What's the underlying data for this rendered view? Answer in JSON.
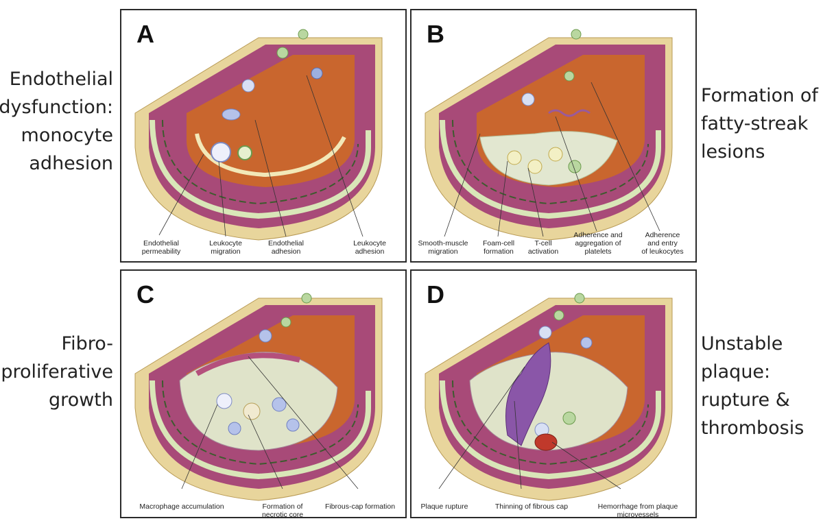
{
  "panels": [
    {
      "letter": "A",
      "side_label": [
        "Endothelial",
        "dysfunction:",
        "monocyte",
        "adhesion"
      ],
      "callouts": [
        [
          "Endothelial",
          "permeability"
        ],
        [
          "Leukocyte",
          "migration"
        ],
        [
          "Endothelial",
          "adhesion"
        ],
        [
          "Leukocyte",
          "adhesion"
        ]
      ]
    },
    {
      "letter": "B",
      "side_label": [
        "Formation of",
        "fatty-streak",
        "lesions"
      ],
      "callouts": [
        [
          "Smooth-muscle",
          "migration"
        ],
        [
          "Foam-cell",
          "formation"
        ],
        [
          "T-cell",
          "activation"
        ],
        [
          "Adherence and",
          "aggregation of",
          "platelets"
        ],
        [
          "Adherence",
          "and entry",
          "of leukocytes"
        ]
      ]
    },
    {
      "letter": "C",
      "side_label": [
        "Fibro-",
        "proliferative",
        "growth"
      ],
      "callouts": [
        [
          "Macrophage accumulation"
        ],
        [
          "Formation of",
          "necrotic core"
        ],
        [
          "Fibrous-cap formation"
        ]
      ]
    },
    {
      "letter": "D",
      "side_label": [
        "Unstable",
        "plaque:",
        "rupture &",
        "thrombosis"
      ],
      "callouts": [
        [
          "Plaque rupture"
        ],
        [
          "Thinning of fibrous cap"
        ],
        [
          "Hemorrhage from plaque",
          "microvessels"
        ]
      ]
    }
  ],
  "colors": {
    "adventitia": "#e8d59c",
    "media": "#a84a78",
    "intima_band": "#d9e6b8",
    "lumen_wall": "#c9662e",
    "border": "#2a2a2a"
  },
  "icons": [
    "artery-cross-section-illustration",
    "monocyte-cell-icon",
    "platelet-icon",
    "foam-cell-icon"
  ]
}
